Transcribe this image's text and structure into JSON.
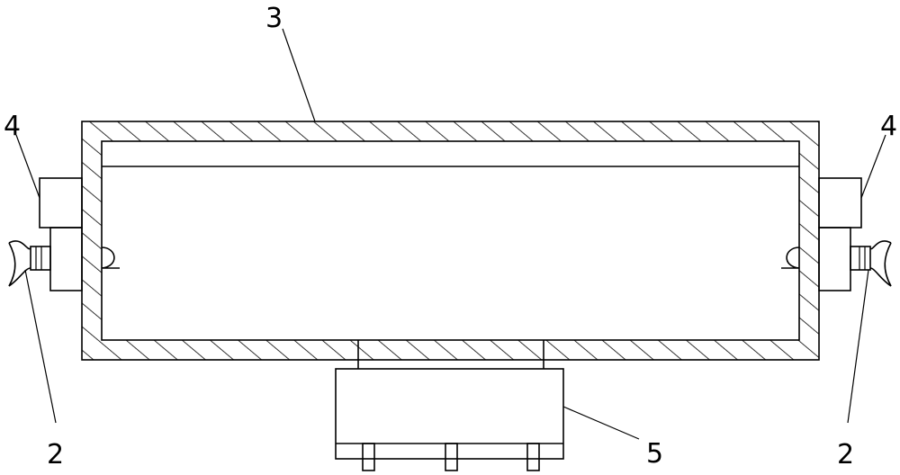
{
  "diagram": {
    "labels": {
      "top_label": "3",
      "left_top_label": "4",
      "right_top_label": "4",
      "left_bottom_label": "2",
      "right_bottom_label": "2",
      "bottom_label": "5"
    },
    "colors": {
      "ink": "#000000",
      "background": "#ffffff"
    }
  }
}
